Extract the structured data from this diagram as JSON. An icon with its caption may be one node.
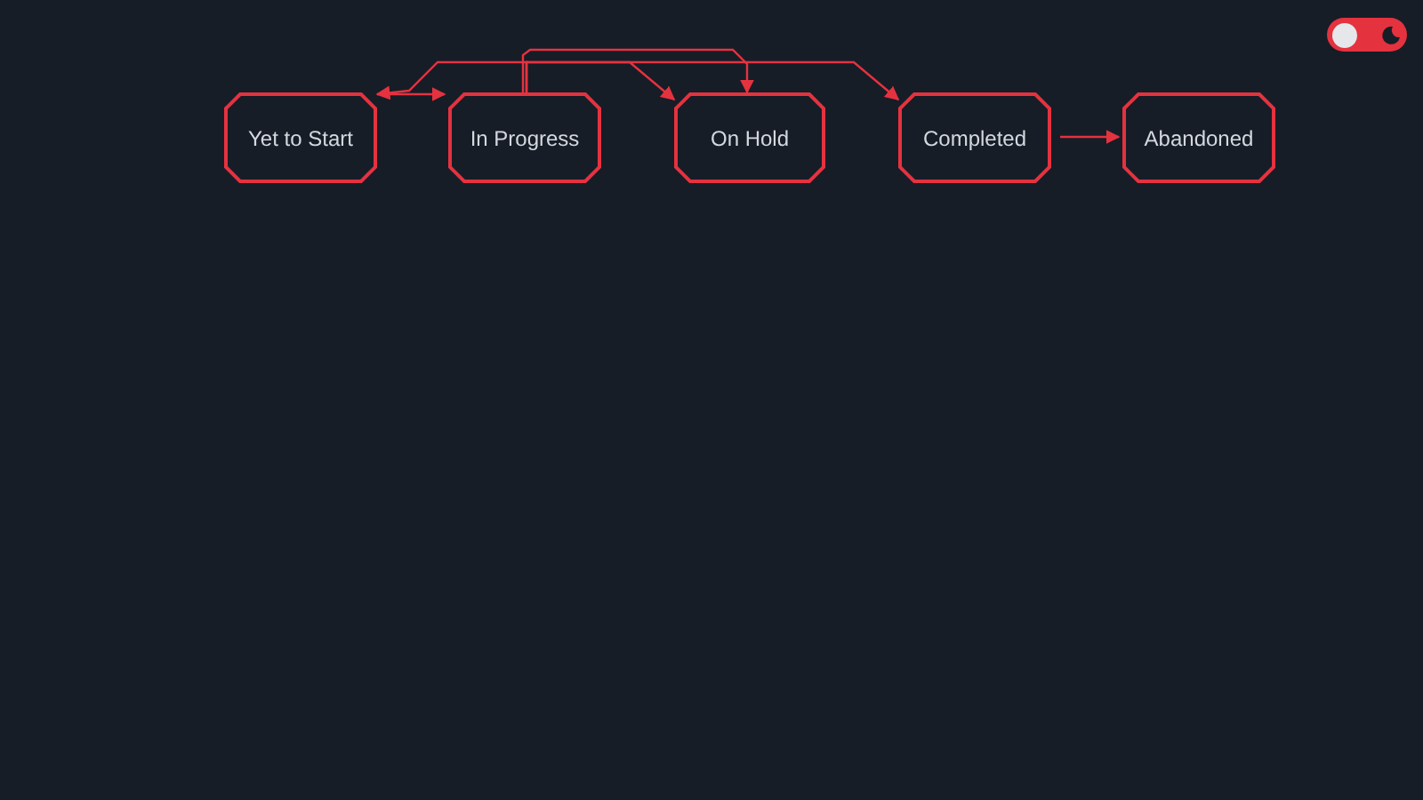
{
  "diagram": {
    "nodes": [
      {
        "text": [
          "Yet to Start"
        ]
      },
      {
        "text": [
          "In Progress"
        ]
      },
      {
        "text": [
          "On Hold"
        ]
      },
      {
        "text": [
          "Completed"
        ]
      },
      {
        "text": [
          "Abandoned"
        ]
      }
    ],
    "edges": [
      {
        "from": 0,
        "to": 1,
        "arrow": "to"
      },
      {
        "from": 1,
        "to": 0,
        "arrow": "to"
      },
      {
        "from": 1,
        "to": 2,
        "arrow": "to"
      },
      {
        "from": 1,
        "to": 2,
        "arrow": "to"
      },
      {
        "from": 1,
        "to": 3,
        "arrow": "to"
      },
      {
        "from": 3,
        "to": 4,
        "arrow": "to"
      }
    ]
  }
}
